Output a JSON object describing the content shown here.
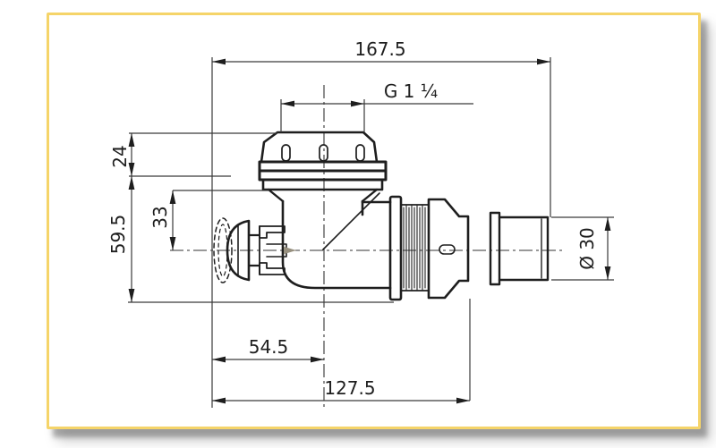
{
  "card": {
    "background": "#ffffff",
    "border_color": "#f5d469"
  },
  "drawing": {
    "line_color": "#1e1e1e",
    "thin_line_color": "#3a3a3a",
    "labels": {
      "overall_length": "167.5",
      "inlet_thread": "G 1 ¼",
      "cap_height": "24",
      "spout_center_depth": "33",
      "body_height": "59.5",
      "inlet_center_offset": "54.5",
      "body_length": "127.5",
      "pipe_outer_diameter": "Ø 30"
    }
  }
}
